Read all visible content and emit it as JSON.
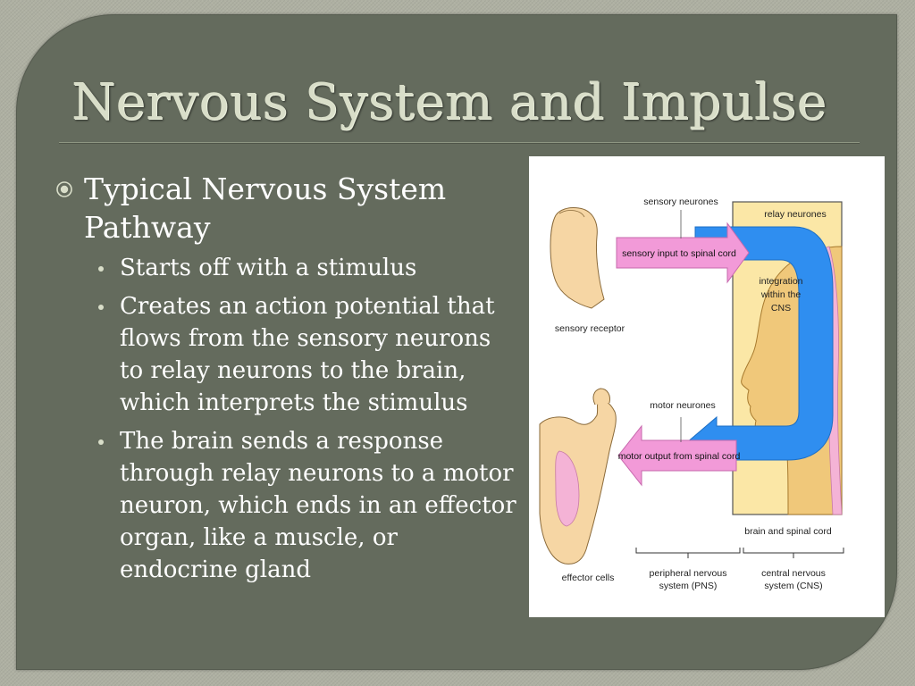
{
  "title": "Nervous System and Impulse",
  "main_bullet": "Typical Nervous System Pathway",
  "sub_bullets": [
    "Starts off with a stimulus",
    "Creates an action potential that flows from the sensory neurons to relay neurons to the brain, which interprets the stimulus",
    "The brain sends a response through relay neurons to a motor neuron, which ends in an effector organ, like a muscle, or endocrine gland"
  ],
  "figure": {
    "sensory_neurones": "sensory neurones",
    "relay_neurones": "relay neurones",
    "sensory_input": "sensory input to spinal cord",
    "integration_line1": "integration",
    "integration_line2": "within the",
    "integration_line3": "CNS",
    "sensory_receptor": "sensory receptor",
    "motor_neurones": "motor neurones",
    "motor_output": "motor output from spinal cord",
    "brain_spinal_cord": "brain and spinal cord",
    "effector_cells": "effector cells",
    "pns_line1": "peripheral nervous",
    "pns_line2": "system (PNS)",
    "cns_line1": "central nervous",
    "cns_line2": "system (CNS)"
  },
  "colors": {
    "background": "#646b5d",
    "title": "#d9dec9",
    "text": "#ffffff",
    "sensory_arrow": "#f29ad8",
    "motor_arrow": "#f29ad8",
    "relay_arrow": "#2f8ef0",
    "cns_box": "#fbe7a6",
    "head": "#f0c87a",
    "skin": "#f6d6a4"
  }
}
